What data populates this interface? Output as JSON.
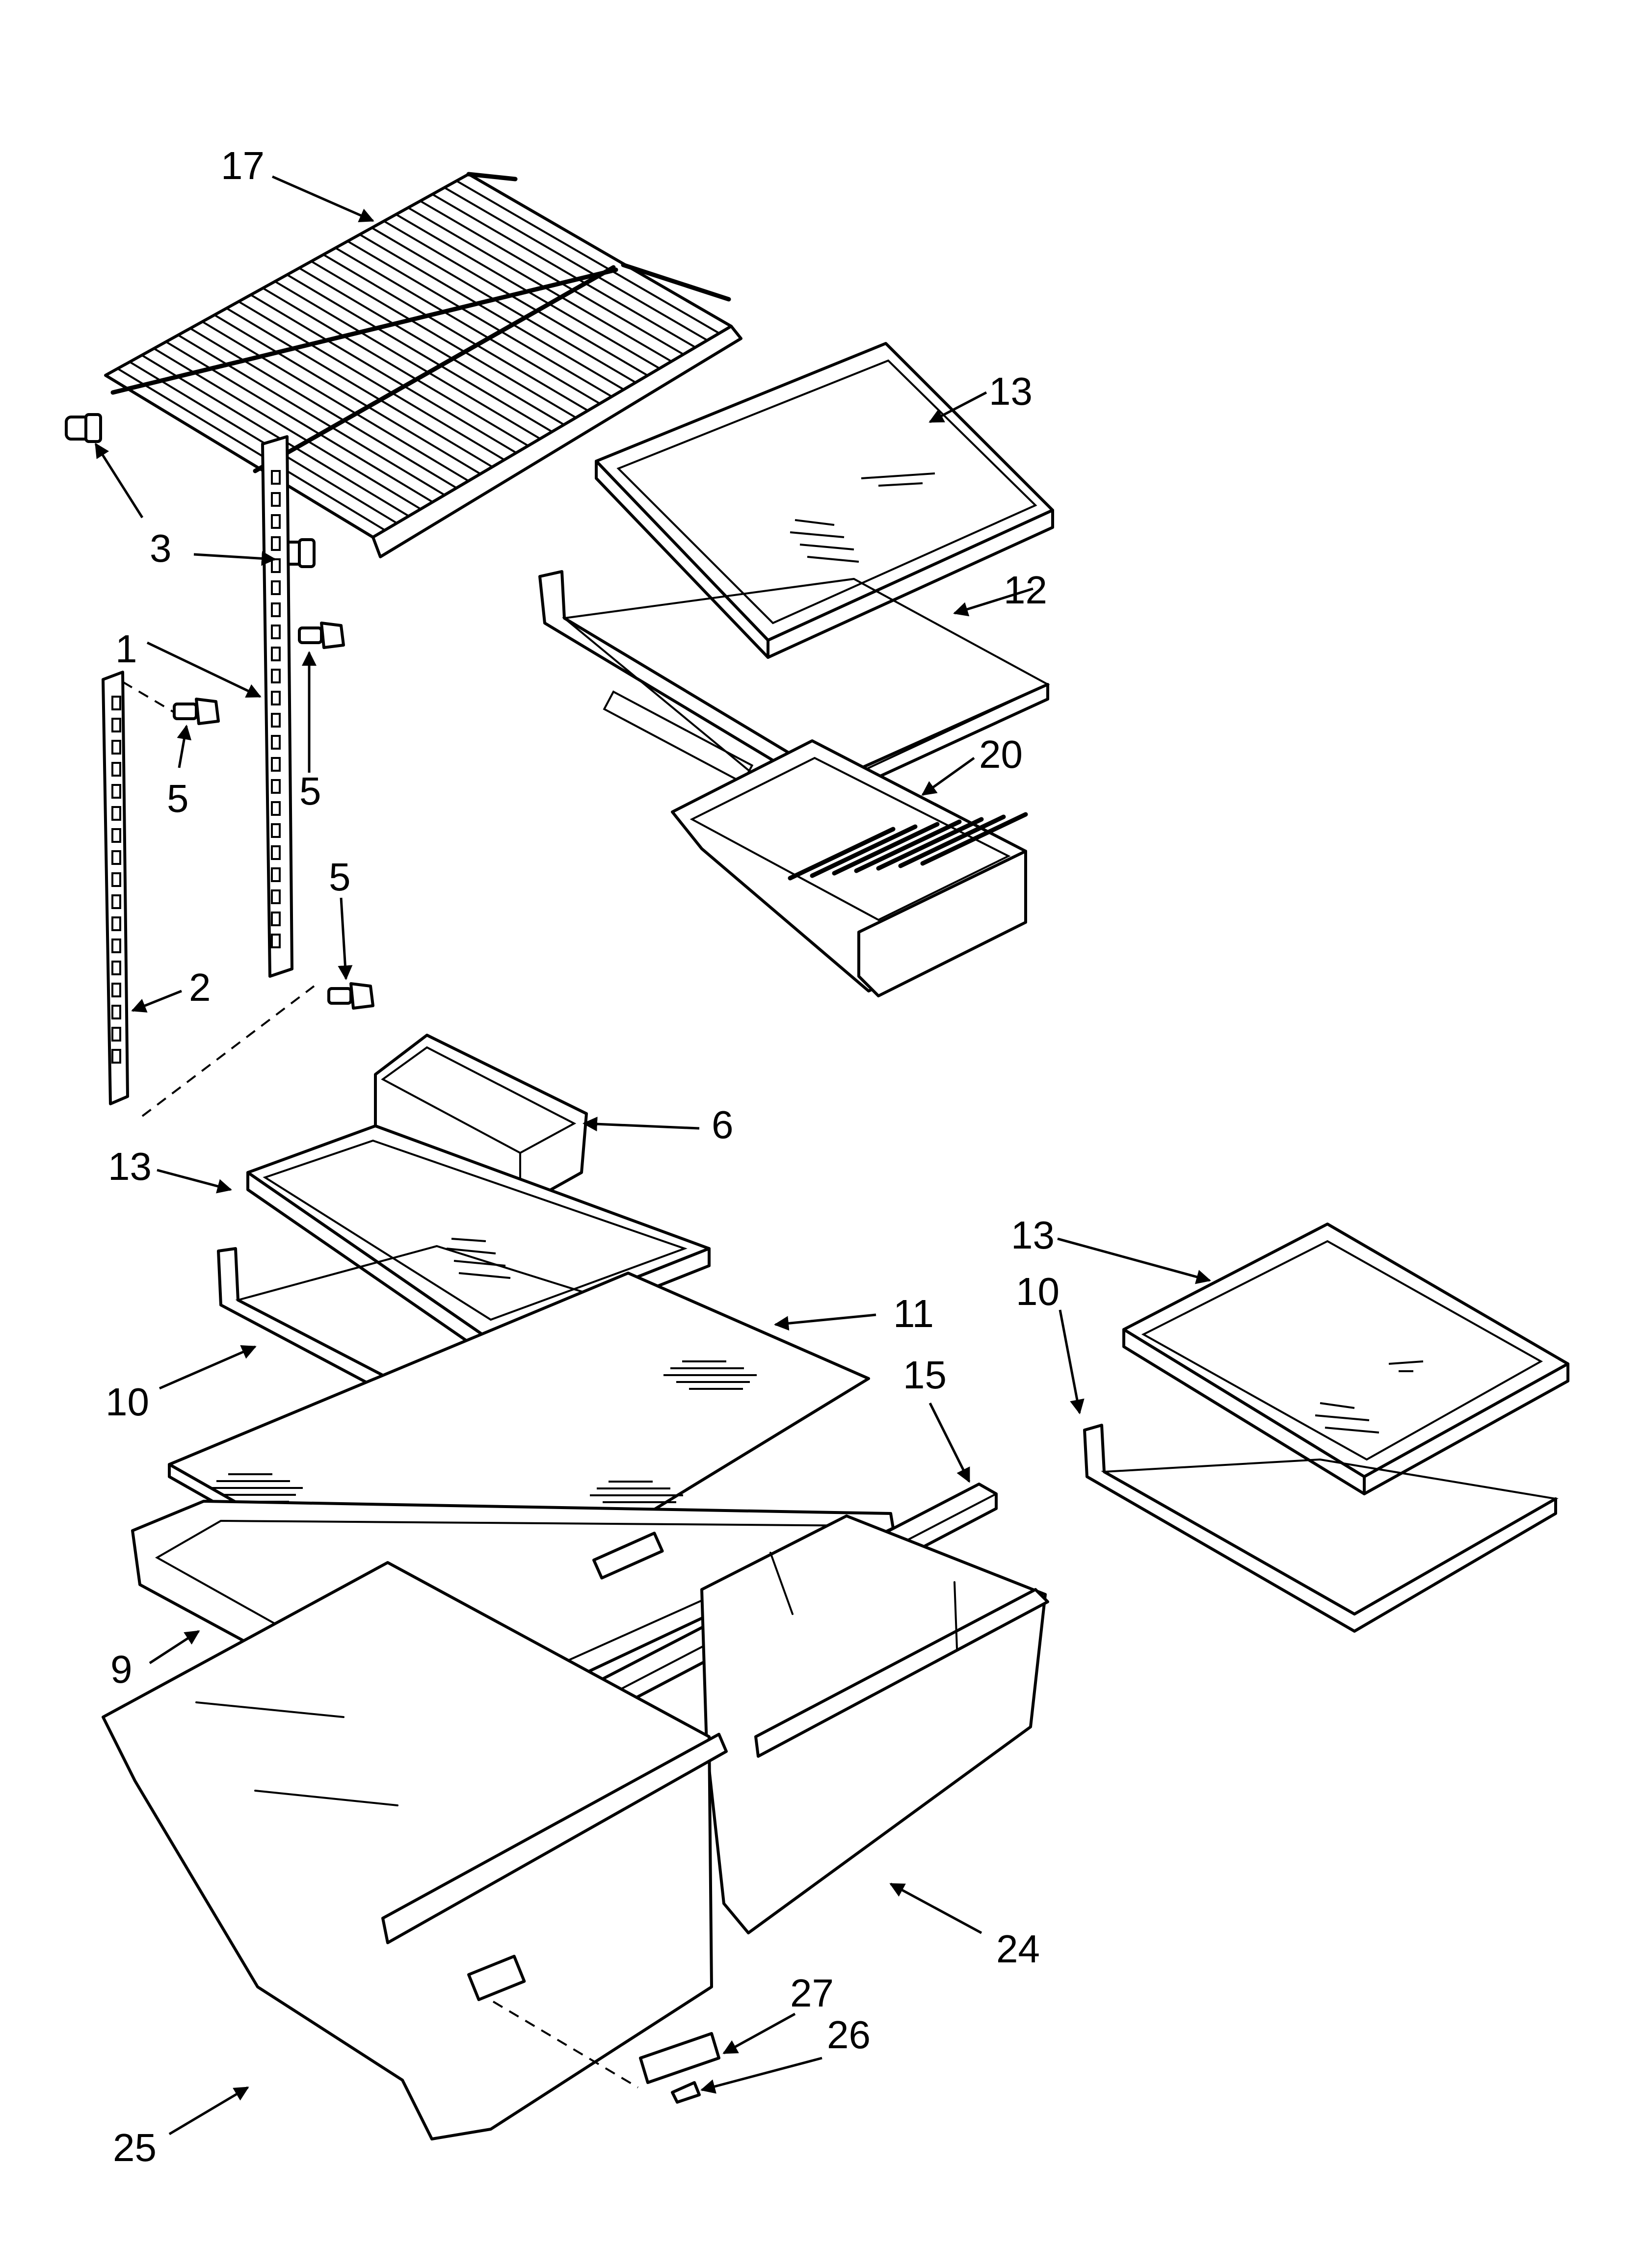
{
  "diagram": {
    "callouts": [
      {
        "id": "c17",
        "text": "17"
      },
      {
        "id": "c3",
        "text": "3"
      },
      {
        "id": "c1",
        "text": "1"
      },
      {
        "id": "c5a",
        "text": "5"
      },
      {
        "id": "c5b",
        "text": "5"
      },
      {
        "id": "c5c",
        "text": "5"
      },
      {
        "id": "c2",
        "text": "2"
      },
      {
        "id": "c13a",
        "text": "13"
      },
      {
        "id": "c12",
        "text": "12"
      },
      {
        "id": "c20",
        "text": "20"
      },
      {
        "id": "c6",
        "text": "6"
      },
      {
        "id": "c13b",
        "text": "13"
      },
      {
        "id": "c11",
        "text": "11"
      },
      {
        "id": "c10a",
        "text": "10"
      },
      {
        "id": "c15",
        "text": "15"
      },
      {
        "id": "c13c",
        "text": "13"
      },
      {
        "id": "c10b",
        "text": "10"
      },
      {
        "id": "c9",
        "text": "9"
      },
      {
        "id": "c24",
        "text": "24"
      },
      {
        "id": "c27",
        "text": "27"
      },
      {
        "id": "c26",
        "text": "26"
      },
      {
        "id": "c25",
        "text": "25"
      }
    ]
  }
}
